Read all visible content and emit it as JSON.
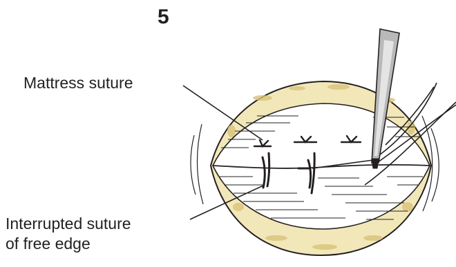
{
  "figure": {
    "number": "5",
    "labels": {
      "mattress": "Mattress suture",
      "interrupted_line1": "Interrupted suture",
      "interrupted_line2": "of free edge"
    }
  },
  "colors": {
    "ink": "#231f20",
    "tissue_rim": "#f2e7b8",
    "rim_shade": "#d9c37a",
    "instrument": "#b9b9b9",
    "background": "#ffffff"
  },
  "icons": [
    "surgical-instrument-icon"
  ]
}
